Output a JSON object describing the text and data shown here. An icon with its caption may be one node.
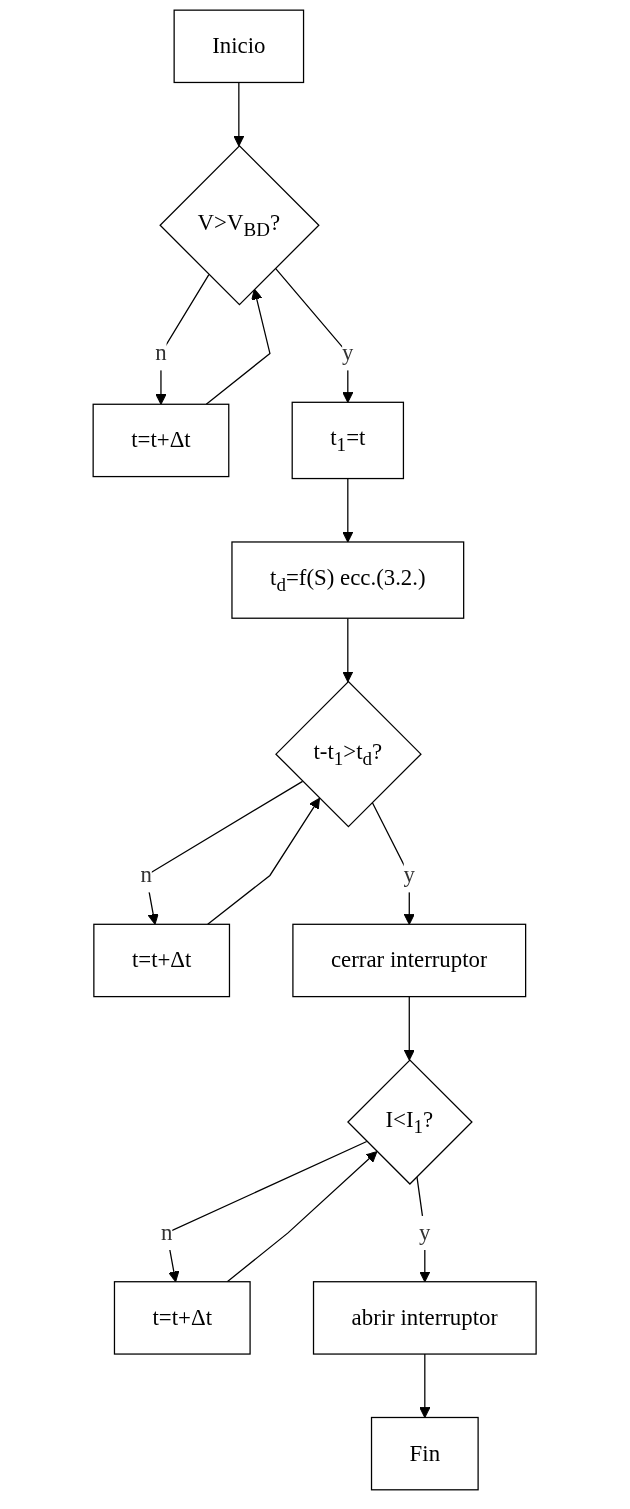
{
  "diagram": {
    "nodes": [
      {
        "text": [
          "Inicio"
        ]
      },
      {
        "text": [
          "V>V$_{BD}$?"
        ]
      },
      {
        "text": [
          "t=t+Δt"
        ]
      },
      {
        "text": [
          "t$_{1}$=t"
        ]
      },
      {
        "text": [
          "t$_{d}$=f(S)  ecc.(3.2.)"
        ]
      },
      {
        "text": [
          "t-t$_{1}$>t$_{d}$?"
        ]
      },
      {
        "text": [
          "t=t+Δt"
        ]
      },
      {
        "text": [
          "cerrar interruptor"
        ]
      },
      {
        "text": [
          "I<I$_{1}$?"
        ]
      },
      {
        "text": [
          "t=t+Δt"
        ]
      },
      {
        "text": [
          "abrir interruptor"
        ]
      },
      {
        "text": [
          "Fin"
        ]
      }
    ],
    "edges": [
      {
        "from": 0,
        "to": 1,
        "arrow": "to"
      },
      {
        "from": 1,
        "to": 2,
        "arrow": "to",
        "label": "n"
      },
      {
        "from": 2,
        "to": 1,
        "arrow": "to"
      },
      {
        "from": 1,
        "to": 3,
        "arrow": "to",
        "label": "y"
      },
      {
        "from": 3,
        "to": 4,
        "arrow": "to"
      },
      {
        "from": 4,
        "to": 5,
        "arrow": "to"
      },
      {
        "from": 5,
        "to": 6,
        "arrow": "to",
        "label": "n"
      },
      {
        "from": 6,
        "to": 5,
        "arrow": "to"
      },
      {
        "from": 5,
        "to": 7,
        "arrow": "to",
        "label": "y"
      },
      {
        "from": 7,
        "to": 8,
        "arrow": "to"
      },
      {
        "from": 8,
        "to": 9,
        "arrow": "to",
        "label": "n"
      },
      {
        "from": 9,
        "to": 8,
        "arrow": "to"
      },
      {
        "from": 8,
        "to": 10,
        "arrow": "to",
        "label": "y"
      },
      {
        "from": 10,
        "to": 11,
        "arrow": "to"
      }
    ]
  }
}
